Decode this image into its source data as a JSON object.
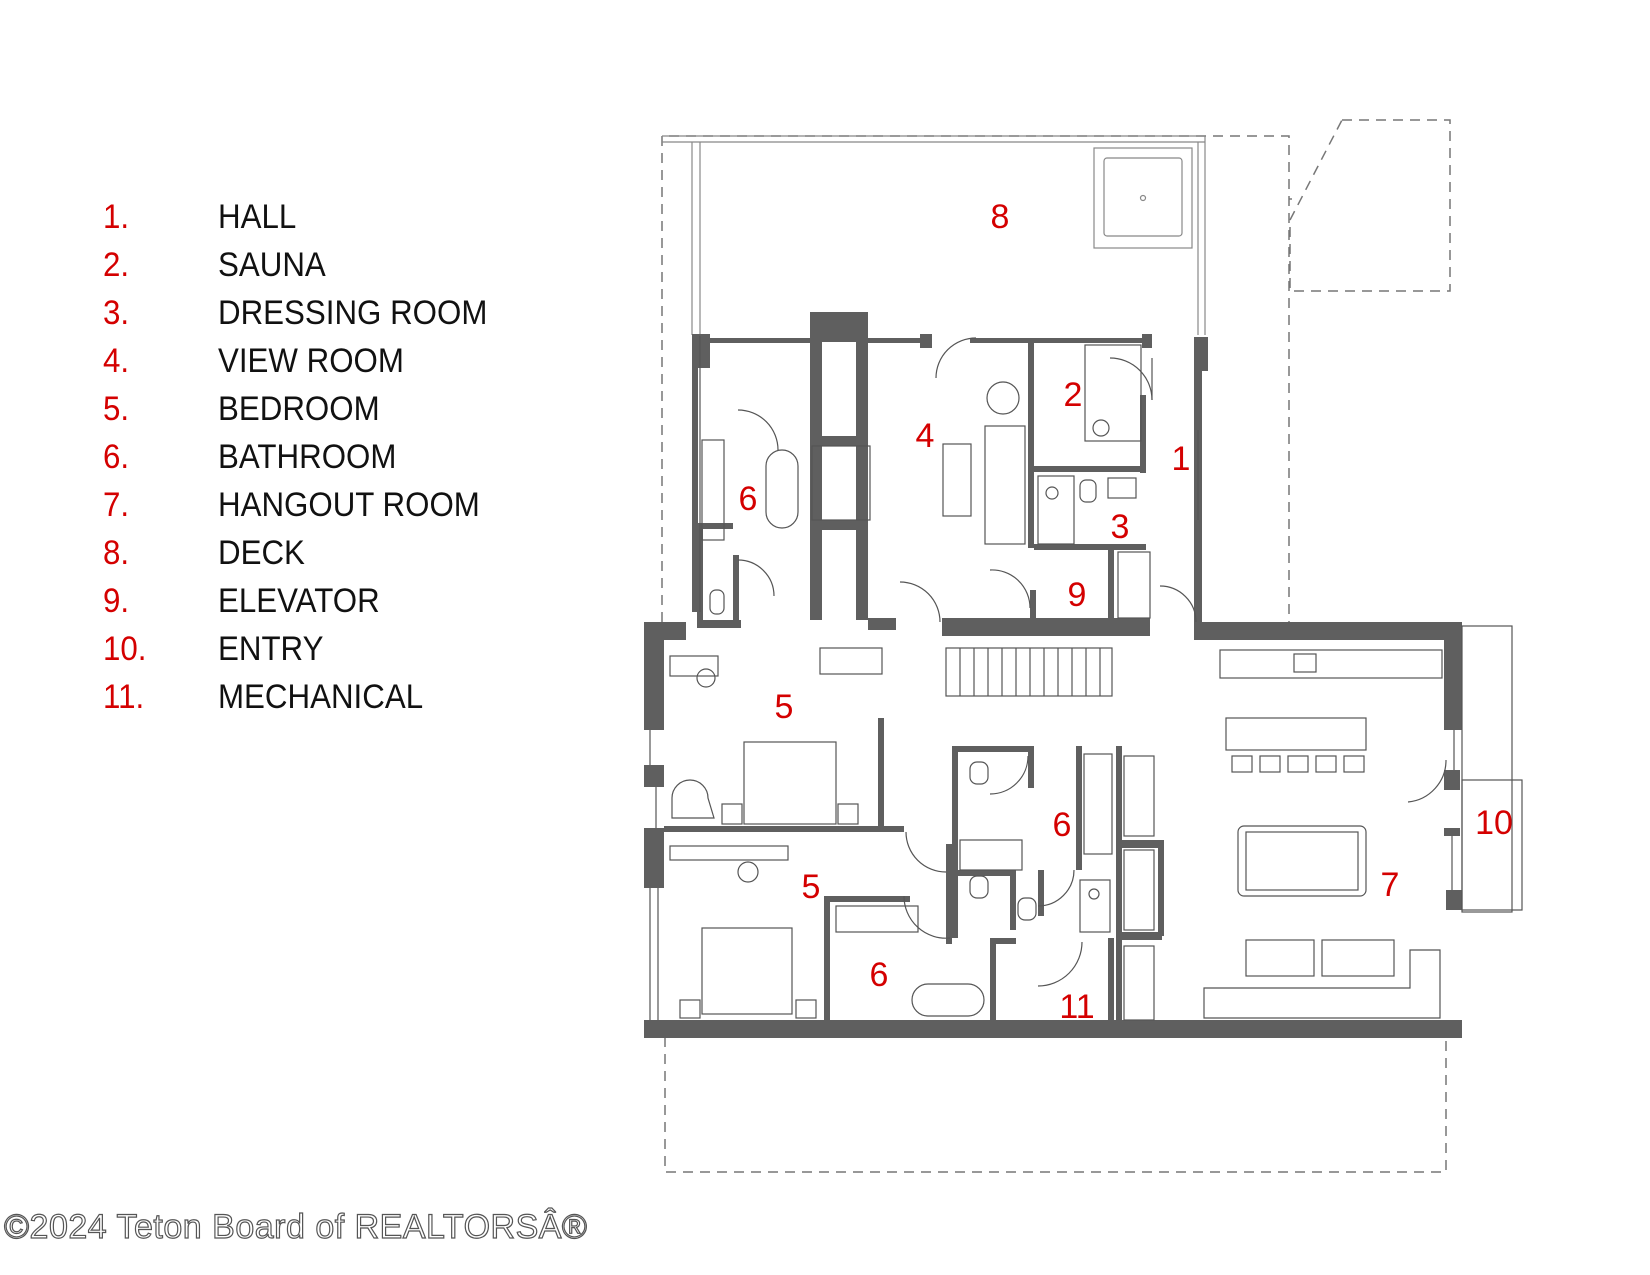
{
  "legend": [
    {
      "num": "1.",
      "name": "HALL"
    },
    {
      "num": "2.",
      "name": "SAUNA"
    },
    {
      "num": "3.",
      "name": "DRESSING ROOM"
    },
    {
      "num": "4.",
      "name": "VIEW ROOM"
    },
    {
      "num": "5.",
      "name": "BEDROOM"
    },
    {
      "num": "6.",
      "name": "BATHROOM"
    },
    {
      "num": "7.",
      "name": "HANGOUT ROOM"
    },
    {
      "num": "8.",
      "name": "DECK"
    },
    {
      "num": "9.",
      "name": "ELEVATOR"
    },
    {
      "num": "10.",
      "name": "ENTRY"
    },
    {
      "num": "11.",
      "name": "MECHANICAL"
    }
  ],
  "room_labels": {
    "deck": "8",
    "sauna": "2",
    "view_room": "4",
    "hall": "1",
    "bath_upper": "6",
    "dressing": "3",
    "elevator": "9",
    "bedroom_upper": "5",
    "bath_center": "6",
    "entry": "10",
    "bedroom_lower": "5",
    "hangout": "7",
    "bath_lower": "6",
    "mechanical": "11"
  },
  "colors": {
    "wall": "#5f5f5f",
    "line": "#555555",
    "label": "#d40000",
    "text": "#111111"
  },
  "copyright": "©2024 Teton Board of REALTORSÂ®"
}
